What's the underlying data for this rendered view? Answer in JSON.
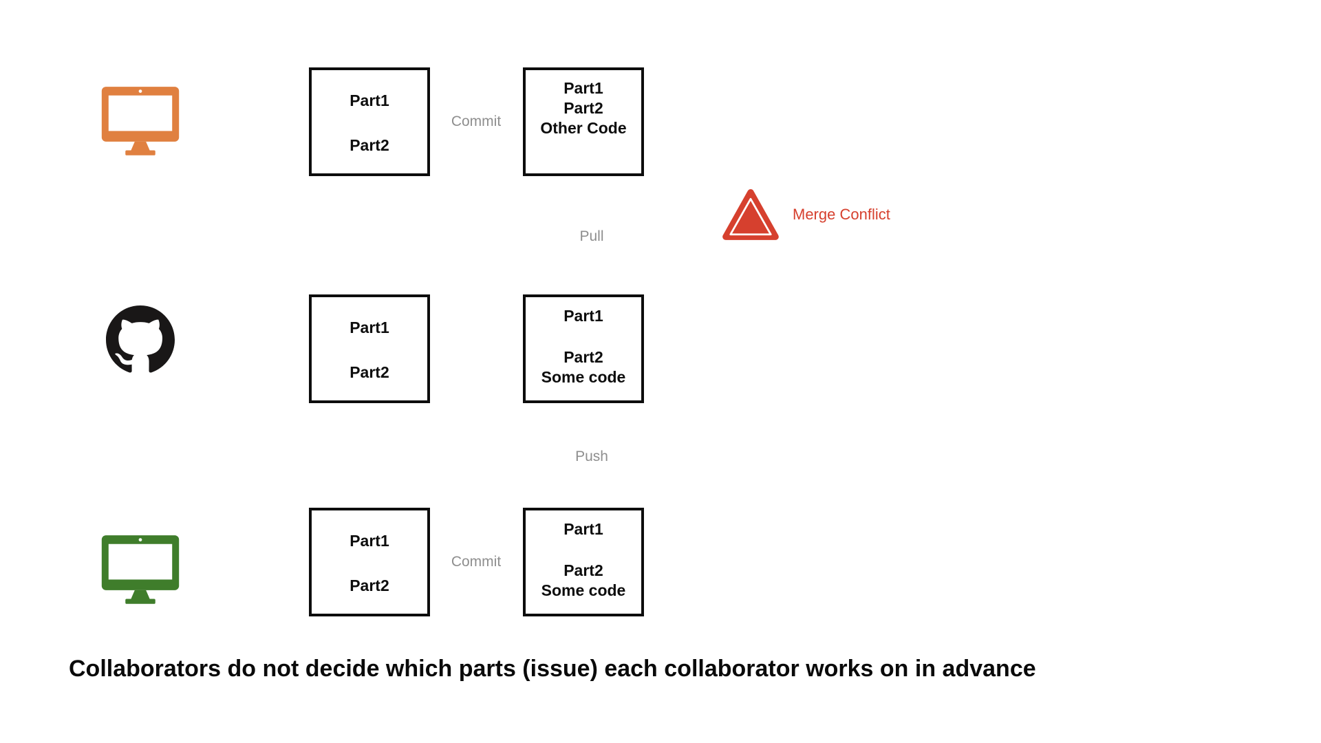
{
  "diagram": {
    "caption": "Collaborators do not decide which parts (issue) each collaborator works on in advance",
    "labels": {
      "commit_top": "Commit",
      "commit_bottom": "Commit",
      "pull": "Pull",
      "push": "Push"
    },
    "warning": {
      "label": "Merge Conflict",
      "color": "#d6402e"
    },
    "icons": {
      "collaborator_top": "orange-monitor-icon",
      "remote": "github-icon",
      "collaborator_bottom": "green-monitor-icon"
    },
    "colors": {
      "monitor_top": "#e08040",
      "monitor_bottom": "#3f7d2b",
      "github": "#191717",
      "flow_label_gray": "#8e8e8e",
      "box_border": "#0d0d0d",
      "warning_red": "#d6402e",
      "background": "#ffffff"
    },
    "boxes": {
      "top_local": {
        "lines": [
          "Part1",
          "Part2"
        ]
      },
      "top_result": {
        "lines": [
          "Part1",
          "Part2",
          "Other Code"
        ]
      },
      "remote_before": {
        "lines": [
          "Part1",
          "Part2"
        ]
      },
      "remote_after": {
        "lines": [
          "Part1",
          "Part2",
          "Some code"
        ]
      },
      "bottom_local": {
        "lines": [
          "Part1",
          "Part2"
        ]
      },
      "bottom_result": {
        "lines": [
          "Part1",
          "Part2",
          "Some code"
        ]
      }
    }
  }
}
